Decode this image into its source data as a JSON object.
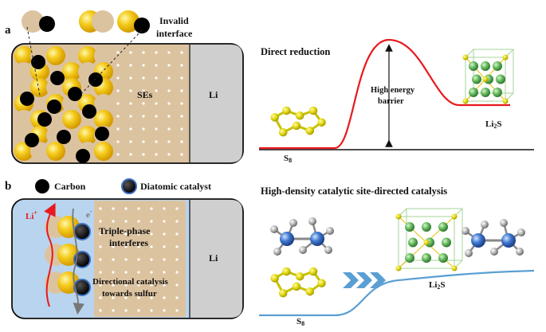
{
  "panel_a": {
    "letter": "a",
    "invalid_interface_line1": "Invalid",
    "invalid_interface_line2": "interface",
    "ses_label": "SEs",
    "li_label": "Li",
    "plot_title": "Direct reduction",
    "barrier_line1": "High energy",
    "barrier_line2": "barrier",
    "reactant": "S",
    "reactant_sub": "8",
    "product": "Li",
    "product_sub": "2",
    "product_tail": "S",
    "curve_color": "#e8191c"
  },
  "panel_b": {
    "letter": "b",
    "legend_carbon": "Carbon",
    "legend_catalyst": "Diatomic catalyst",
    "li_ion": "Li",
    "li_ion_sup": "+",
    "electron": "e",
    "electron_sup": "-",
    "triple_line1": "Triple-phase",
    "triple_line2": "interferes",
    "directional_line1": "Directional catalysis",
    "directional_line2": "towards sulfur",
    "li_label": "Li",
    "plot_title": "High-density catalytic site-directed catalysis",
    "reactant": "S",
    "reactant_sub": "8",
    "product": "Li",
    "product_sub": "2",
    "product_tail": "S",
    "curve_color": "#5a9fd4"
  },
  "colors": {
    "sulfur": "#f2c419",
    "carbon": "#000000",
    "electrolyte": "#dcc3a0",
    "lithium": "#cfcfcf",
    "catalyst_region": "#b9d4ee",
    "catalyst_ring": "#1f4f9c",
    "li2s_green": "#64b36a"
  }
}
